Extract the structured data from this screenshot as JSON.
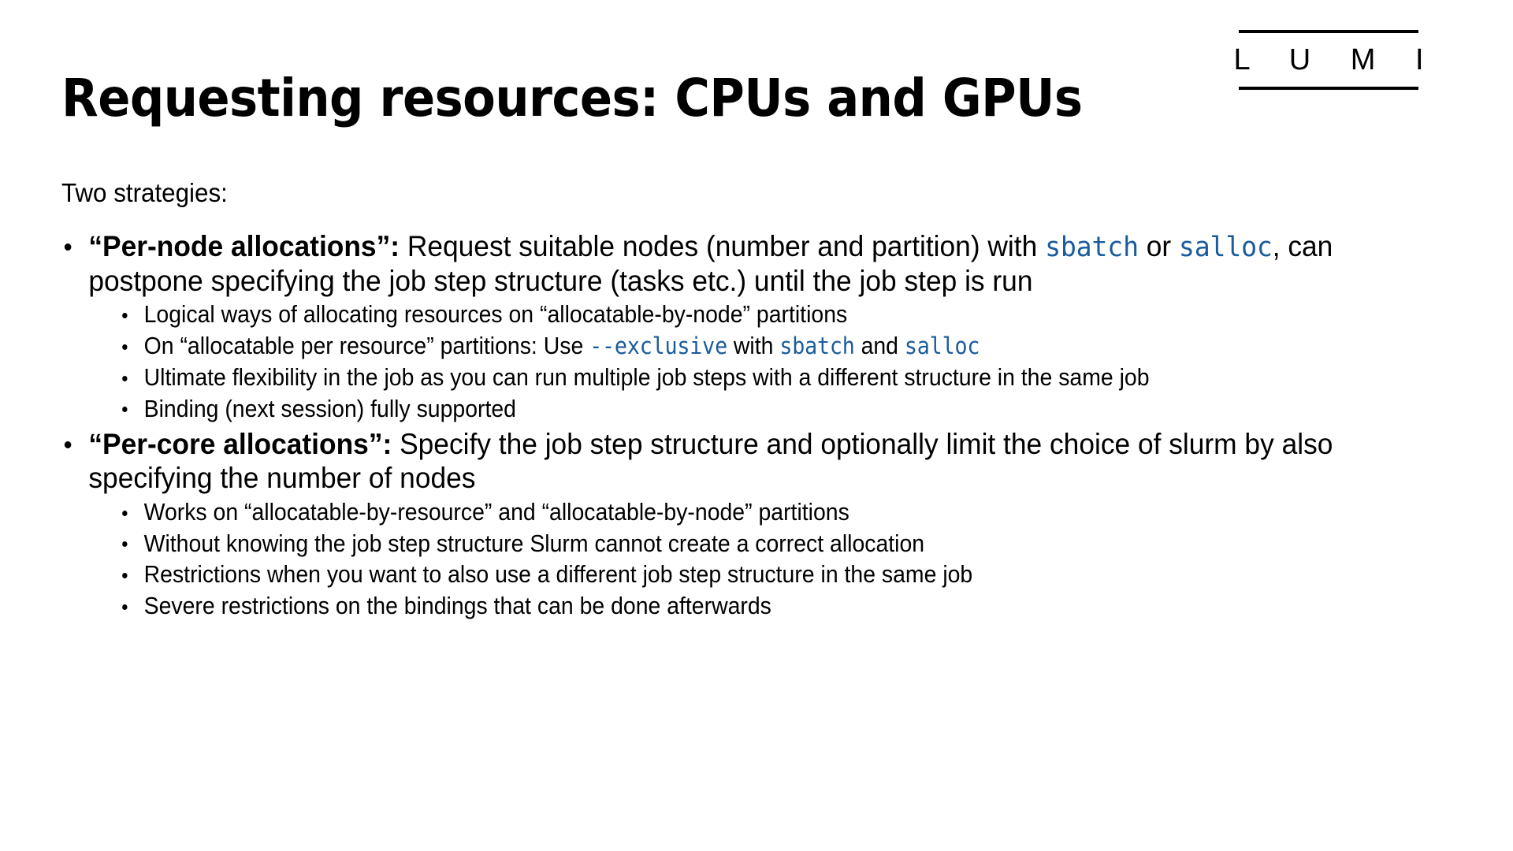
{
  "slide": {
    "title": "Requesting resources: CPUs and GPUs",
    "logo": {
      "text": "L U M I",
      "name": "lumi-logo"
    },
    "intro": "Two strategies:",
    "accent_color": "#1A5C9C",
    "text_color": "#000000",
    "background_color": "#FFFFFF",
    "bullets": [
      {
        "lead_bold": "“Per-node allocations”:",
        "text_part_1": " Request suitable nodes (number and partition) with ",
        "code_1": "sbatch",
        "text_part_2": " or ",
        "code_2": "salloc",
        "text_part_3": ", can postpone specifying the job step structure (tasks etc.) until the job step is run",
        "sub": [
          {
            "text_part_1": "Logical ways of allocating resources on “allocatable-by-node” partitions"
          },
          {
            "text_part_1": "On “allocatable per resource” partitions: Use ",
            "code_1": "--exclusive",
            "text_part_2": " with ",
            "code_2": "sbatch",
            "text_part_3": " and ",
            "code_3": "salloc"
          },
          {
            "text_part_1": "Ultimate flexibility in the job as you can run multiple job steps with a different structure in the same job"
          },
          {
            "text_part_1": "Binding (next session) fully supported"
          }
        ]
      },
      {
        "lead_bold": "“Per-core allocations”:",
        "text_part_1": " Specify the job step structure and optionally limit the choice of slurm by also specifying the number of nodes",
        "sub": [
          {
            "text_part_1": "Works on “allocatable-by-resource” and “allocatable-by-node” partitions"
          },
          {
            "text_part_1": "Without knowing the job step structure Slurm cannot create a correct allocation"
          },
          {
            "text_part_1": "Restrictions when you want to also use a different job step structure in the same job"
          },
          {
            "text_part_1": "Severe restrictions on the bindings that can be done afterwards"
          }
        ]
      }
    ]
  }
}
